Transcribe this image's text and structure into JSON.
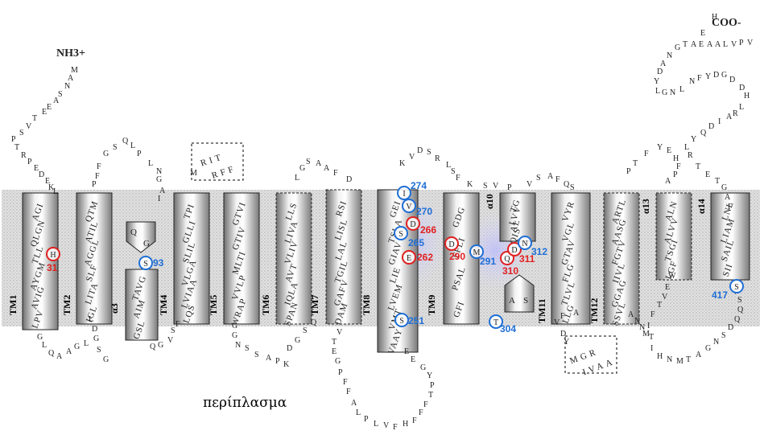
{
  "diagram": {
    "n_terminus": "NH3+",
    "c_terminus": "COO-",
    "periplasm_label": "περίπλασμα",
    "membrane_fill_color": "#d8d8d8",
    "helix_segments": [
      {
        "label": "TM1",
        "residues": [
          "AGI",
          "QLGN",
          "TLL",
          "AYGM",
          "AVIG",
          "LPV"
        ]
      },
      {
        "label": "TM2",
        "residues": [
          "QTM",
          "ATIL",
          "AGGL",
          "SLF",
          "LITA",
          "IGL"
        ]
      },
      {
        "label": "α3",
        "residues": [
          "TAVG",
          "AIM",
          "GSL"
        ]
      },
      {
        "label": "TM4",
        "residues": [
          "TPI",
          "GLLI",
          "SLIL",
          "VLGA",
          "LVIAA",
          "LQS"
        ]
      },
      {
        "label": "TM5",
        "residues": [
          "GTVI",
          "GTIV",
          "MLTI",
          "VVLP",
          "WRAP"
        ]
      },
      {
        "label": "TM6",
        "residues": [
          "LLS",
          "LIVA",
          "VLIV",
          "AVT",
          "IQLA",
          "SPAN"
        ]
      },
      {
        "label": "TM7",
        "residues": [
          "RSI",
          "LISL",
          "LAL",
          "TGIL",
          "GAFV",
          "DAM"
        ]
      },
      {
        "label": "TM8",
        "residues": [
          "GEI",
          "TSLA",
          "GIAV",
          "LIE",
          "LVEM",
          "VMT",
          "VAAY"
        ]
      },
      {
        "label": "TM9",
        "residues": [
          "GDG",
          "FFLI",
          "PSAL",
          "GFI"
        ]
      },
      {
        "label": "α10",
        "residues": [
          "TG",
          "LVV",
          "AL",
          "QIS"
        ]
      },
      {
        "label": "TM11",
        "residues": [
          "VYR",
          "VGL",
          "GTAV",
          "FLG",
          "TLVL",
          "LLG"
        ]
      },
      {
        "label": "TM12",
        "residues": [
          "ARTL",
          "AASG",
          "FGTV",
          "IIVL",
          "GGAG",
          "SSVL"
        ]
      },
      {
        "label": "α13",
        "residues": [
          "ALN",
          "ALVV",
          "TSGI",
          "LGF"
        ]
      },
      {
        "label": "α14",
        "residues": [
          "LNL",
          "LIAM",
          "SAIL",
          "SII"
        ]
      }
    ],
    "marked_residues": [
      {
        "letter": "H",
        "number": "31",
        "color": "#e02020"
      },
      {
        "letter": "S",
        "number": "93",
        "color": "#1f6fd6"
      },
      {
        "letter": "S",
        "number": "251",
        "color": "#1f6fd6"
      },
      {
        "letter": "E",
        "number": "262",
        "color": "#e02020"
      },
      {
        "letter": "S",
        "number": "265",
        "color": "#1f6fd6"
      },
      {
        "letter": "D",
        "number": "266",
        "color": "#e02020"
      },
      {
        "letter": "V",
        "number": "270",
        "color": "#1f6fd6"
      },
      {
        "letter": "I",
        "number": "274",
        "color": "#1f6fd6"
      },
      {
        "letter": "D",
        "number": "290",
        "color": "#e02020"
      },
      {
        "letter": "M",
        "number": "291",
        "color": "#1f6fd6"
      },
      {
        "letter": "T",
        "number": "304",
        "color": "#1f6fd6"
      },
      {
        "letter": "Q",
        "number": "310",
        "color": "#e02020"
      },
      {
        "letter": "D",
        "number": "311",
        "color": "#e02020"
      },
      {
        "letter": "N",
        "number": "312",
        "color": "#1f6fd6"
      },
      {
        "letter": "S",
        "number": "417",
        "color": "#1f6fd6"
      }
    ],
    "dashed_box_sequences": [
      "RIT",
      "RFF",
      "MGR",
      "IVAA"
    ],
    "loop_text": [
      "NH3+",
      "M",
      "A",
      "N",
      "S",
      "A",
      "E",
      "E",
      "T",
      "V",
      "S",
      "P",
      "T",
      "R",
      "P",
      "E",
      "D",
      "E",
      "K",
      "L",
      "G",
      "L",
      "Q",
      "A",
      "A",
      "G",
      "L",
      "G",
      "S",
      "G",
      "D",
      "L",
      "P",
      "F",
      "F",
      "G",
      "S",
      "Q",
      "L",
      "P",
      "L",
      "N",
      "G",
      "A",
      "I",
      "Q",
      "G",
      "V",
      "S",
      "F",
      "M",
      "G",
      "G",
      "N",
      "S",
      "S",
      "A",
      "P",
      "K",
      "L",
      "G",
      "S",
      "A",
      "A",
      "F",
      "D",
      "D",
      "G",
      "S",
      "Q",
      "V",
      "T",
      "E",
      "G",
      "P",
      "F",
      "F",
      "A",
      "L",
      "P",
      "L",
      "V",
      "F",
      "H",
      "F",
      "F",
      "F",
      "T",
      "P",
      "Y",
      "G",
      "E",
      "E",
      "K",
      "V",
      "D",
      "S",
      "R",
      "L",
      "S",
      "F",
      "K",
      "S",
      "V",
      "P",
      "V",
      "S",
      "A",
      "F",
      "Q",
      "S",
      "A",
      "F",
      "V",
      "D",
      "Y",
      "A",
      "N",
      "N",
      "M",
      "P",
      "T",
      "F",
      "Y",
      "E",
      "H",
      "F",
      "P",
      "A",
      "W",
      "E",
      "V",
      "T",
      "F",
      "I",
      "T",
      "I",
      "H",
      "N",
      "M",
      "T",
      "A",
      "G",
      "N",
      "S",
      "D",
      "Q",
      "Q",
      "S",
      "V",
      "F",
      "A",
      "G",
      "T",
      "E",
      "T",
      "R",
      "L",
      "Y",
      "Q",
      "D",
      "I",
      "A",
      "R",
      "L",
      "H",
      "D",
      "D",
      "G",
      "D",
      "Y",
      "F",
      "N",
      "L",
      "N",
      "G",
      "L",
      "Y",
      "D",
      "A",
      "N",
      "G",
      "T",
      "A",
      "E",
      "A",
      "A",
      "L",
      "V",
      "P",
      "V",
      "E",
      "H",
      "COO-"
    ]
  }
}
